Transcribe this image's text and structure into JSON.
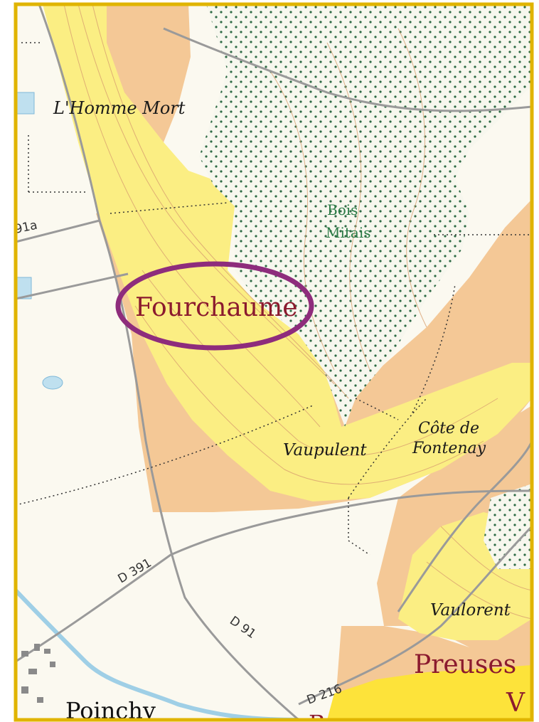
{
  "map": {
    "labels": {
      "lhomme_mort": "L'Homme Mort",
      "bois_line1": "Bois",
      "bois_line2": "Mitais",
      "fourchaume": "Fourchaume",
      "vaupulent": "Vaupulent",
      "cote_line1": "Côte de",
      "cote_line2": "Fontenay",
      "vaulorent": "Vaulorent",
      "preuses": "Preuses",
      "poinchy": "Poinchy",
      "partial_v": "V",
      "partial_b": "B"
    },
    "roads": {
      "d391": "D 391",
      "d91": "D 91",
      "d216": "D 216",
      "d91a": "91a"
    },
    "colors": {
      "frame": "#e0b400",
      "premier_cru": "#fbee83",
      "chablis": "#f4c896",
      "grand_cru": "#fde33a",
      "forest_dot": "#2e6b45",
      "highlight": "#8e2c7c",
      "water": "#bfe0ef",
      "road": "#9a9a9a",
      "contour": "#d9a070"
    }
  }
}
